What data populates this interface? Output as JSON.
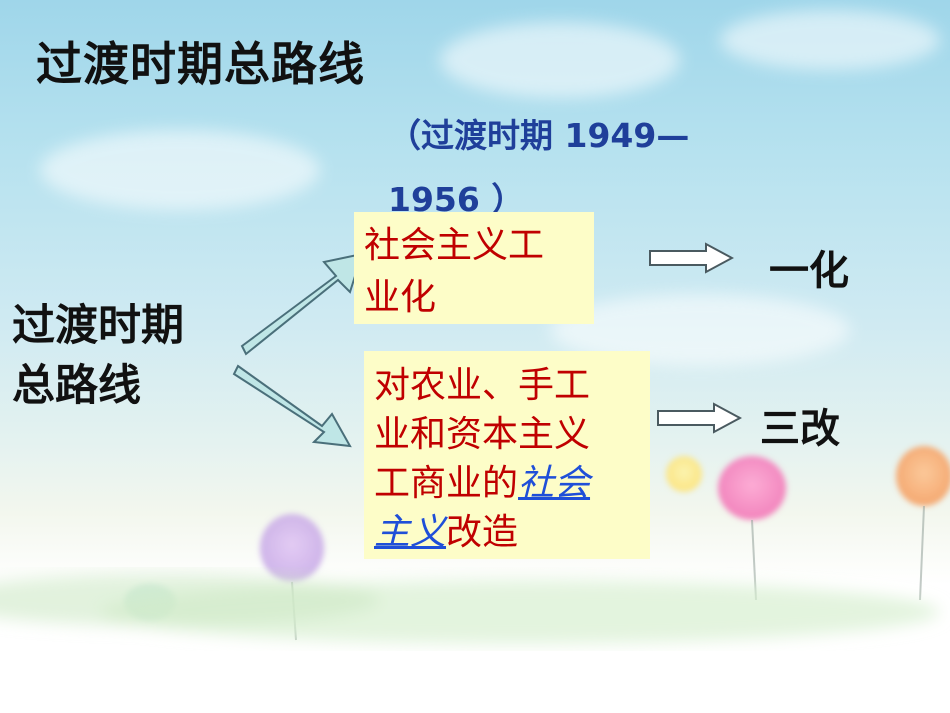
{
  "slide": {
    "title": "过渡时期总路线",
    "period_note_open": "（过渡时期 1949—",
    "period_note_close": "1956 ）",
    "left_label_line1": "过渡时期",
    "left_label_line2": "总路线",
    "box_industry_line1": "社会主义工",
    "box_industry_line2": "业化",
    "box_reform_line1": "对农业、手工",
    "box_reform_line2": "业和资本主义",
    "box_reform_line3_plain": "工商业的",
    "box_reform_line3_emph": "社会",
    "box_reform_line4_emph": "主义",
    "box_reform_line4_plain": "改造",
    "result_industry": "一化",
    "result_reform": "三改"
  },
  "colors": {
    "box_fill": "#fdfdc8",
    "box_text": "#c00000",
    "note_text": "#1f3f9a",
    "link_text": "#1f4fd8",
    "arrow_fill": "#bfe6e6",
    "arrow_stroke": "#4a6f7a"
  }
}
